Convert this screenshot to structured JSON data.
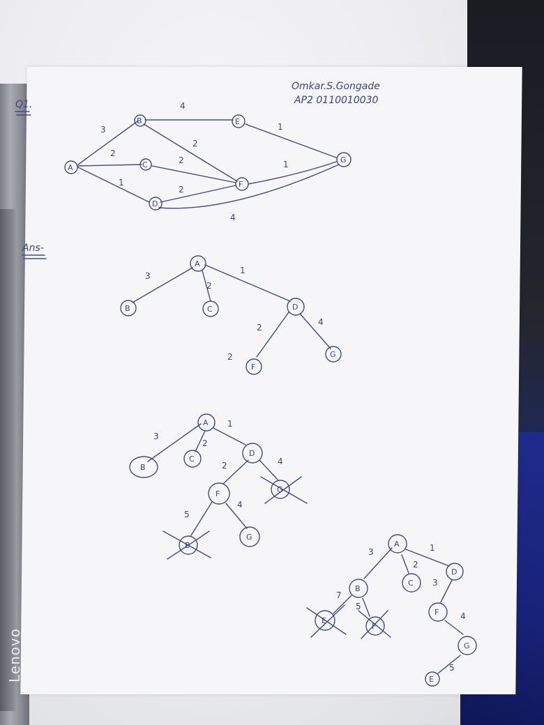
{
  "header": {
    "name": "Omkar.S.Gongade",
    "id": "AP2 0110010030"
  },
  "question_label": "Q1.",
  "answer_label": "Ans-",
  "laptop_brand": "Lenovo",
  "ink_color": "#3f4b8c",
  "graph": {
    "nodes": [
      "A",
      "B",
      "C",
      "D",
      "E",
      "F",
      "G"
    ],
    "edges": [
      {
        "from": "A",
        "to": "B",
        "w": "3"
      },
      {
        "from": "A",
        "to": "C",
        "w": "2"
      },
      {
        "from": "A",
        "to": "D",
        "w": "1"
      },
      {
        "from": "B",
        "to": "E",
        "w": "4"
      },
      {
        "from": "B",
        "to": "F",
        "w": "2"
      },
      {
        "from": "C",
        "to": "F",
        "w": "2"
      },
      {
        "from": "D",
        "to": "F",
        "w": "2"
      },
      {
        "from": "E",
        "to": "G",
        "w": "1"
      },
      {
        "from": "F",
        "to": "G",
        "w": "1"
      },
      {
        "from": "D",
        "to": "G",
        "w": "4"
      }
    ]
  },
  "tree1": {
    "nodes": [
      "A",
      "B",
      "C",
      "D",
      "F",
      "G"
    ],
    "weights": [
      "3",
      "2",
      "1",
      "2",
      "4",
      "2"
    ]
  },
  "tree2": {
    "nodes": [
      "A",
      "B",
      "C",
      "D",
      "F",
      "G",
      "G",
      "B"
    ],
    "weights": [
      "3",
      "2",
      "1",
      "2",
      "4",
      "5",
      "4"
    ]
  },
  "tree3": {
    "nodes": [
      "A",
      "B",
      "C",
      "D",
      "F",
      "G",
      "E",
      "F",
      "E"
    ],
    "weights": [
      "3",
      "2",
      "1",
      "3",
      "4",
      "7",
      "5",
      "5"
    ]
  }
}
